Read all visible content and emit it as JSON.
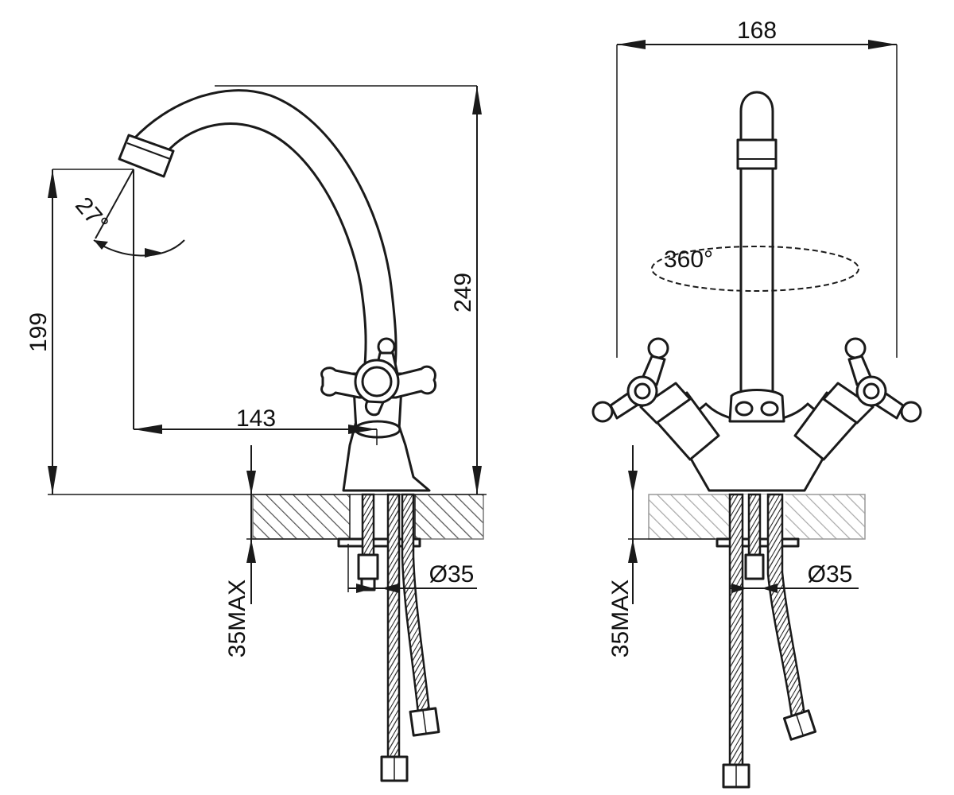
{
  "side_view": {
    "dim_reach": "143",
    "dim_spout_height": "199",
    "dim_total_height": "249",
    "dim_swivel_angle": "27°",
    "dim_counter_thickness": "35MAX",
    "dim_hole_diameter": "Ø35"
  },
  "front_view": {
    "dim_width": "168",
    "dim_rotation": "360°",
    "dim_counter_thickness": "35MAX",
    "dim_hole_diameter": "Ø35"
  }
}
